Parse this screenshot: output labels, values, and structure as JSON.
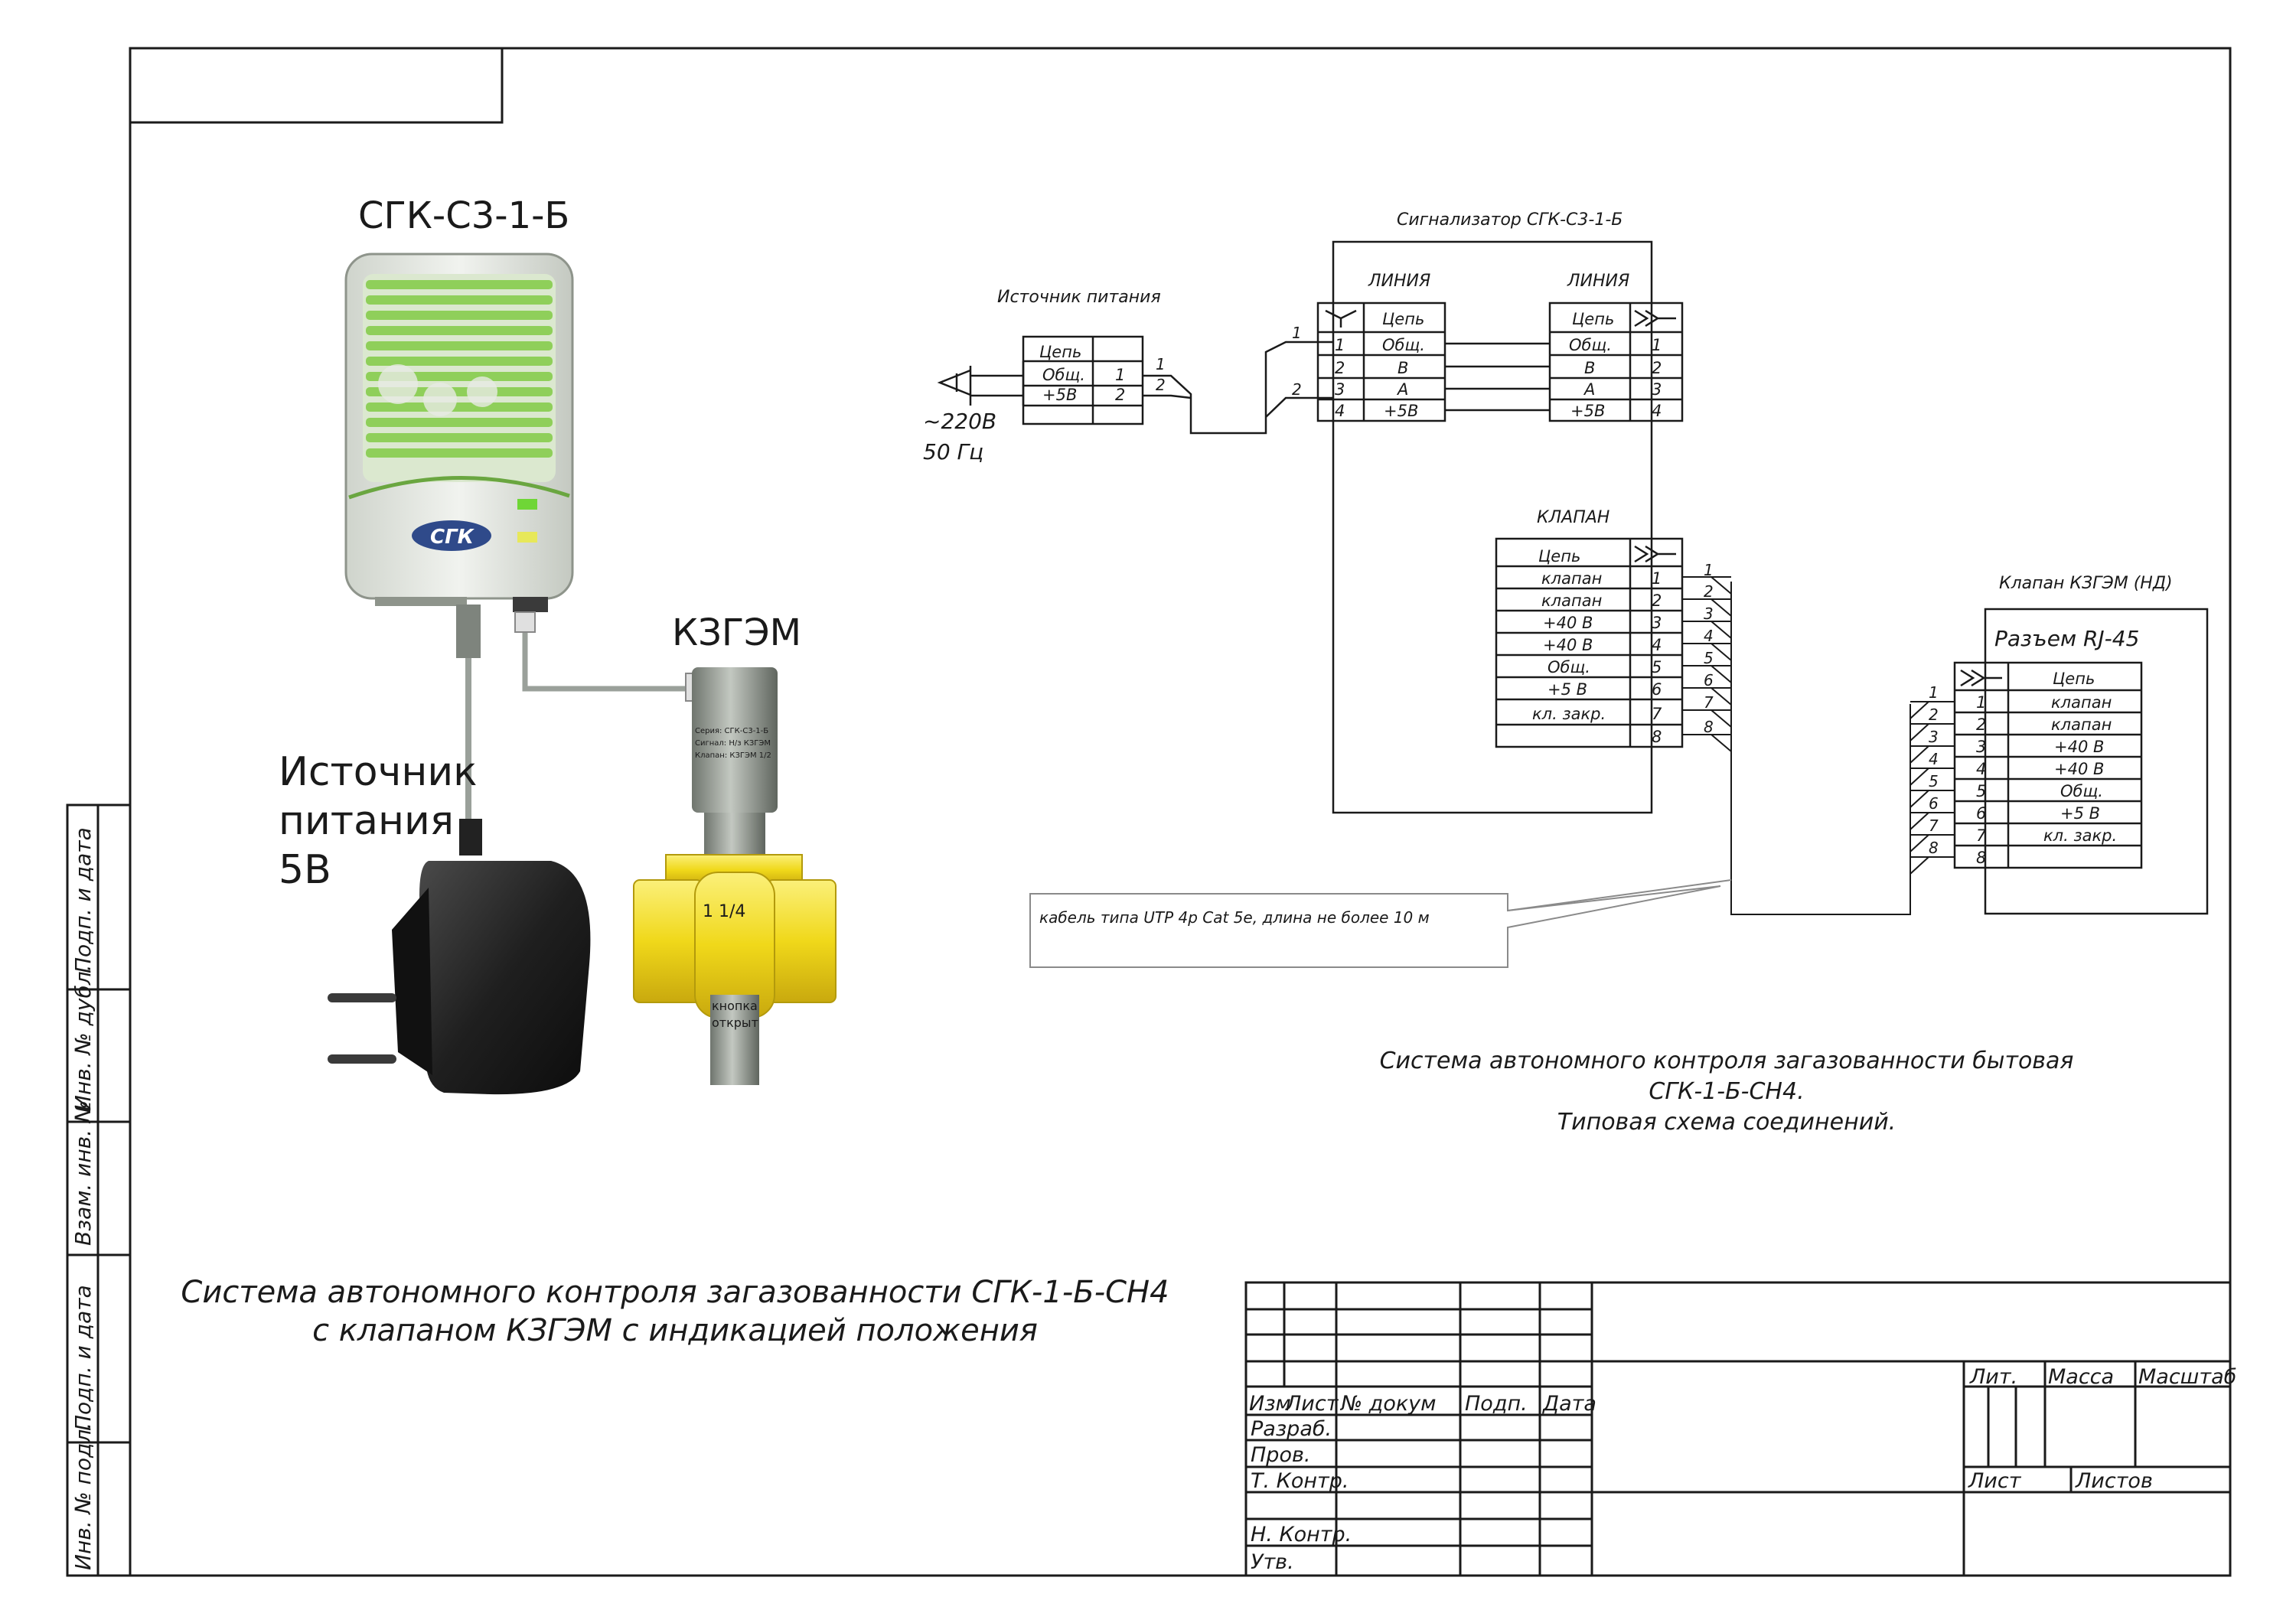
{
  "devices": {
    "signaler_title": "СГК-С3-1-Б",
    "signaler_logo": "СГК",
    "valve_title": "КЗГЭМ",
    "valve_body_text": [
      "Серия: СГК-С3-1-Б",
      "Сигнал: Н/з КЗГЭМ",
      "Клапан: КЗГЭМ 1/2",
      "1 1/4"
    ],
    "valve_button": [
      "кнопка",
      "открыт"
    ],
    "psu_caption": [
      "Источник",
      "питания",
      "5В"
    ]
  },
  "power_source": {
    "title": "Источник питания",
    "table": [
      [
        "Цепь",
        ""
      ],
      [
        "Общ.",
        "1"
      ],
      [
        "+5В",
        "2"
      ]
    ],
    "wire_labels": [
      "1",
      "2"
    ],
    "mains": [
      "~220В",
      "50 Гц"
    ]
  },
  "signaler": {
    "title": "Сигнализатор СГК-С3-1-Б",
    "line_left": {
      "heading": "ЛИНИЯ",
      "header_col": "Цепь",
      "rows": [
        [
          "1",
          "Общ."
        ],
        [
          "2",
          "В"
        ],
        [
          "3",
          "А"
        ],
        [
          "4",
          "+5В"
        ]
      ],
      "wire_labels": [
        "1",
        "2"
      ]
    },
    "line_right": {
      "heading": "ЛИНИЯ",
      "header_col": "Цепь",
      "rows": [
        [
          "Общ.",
          "1"
        ],
        [
          "В",
          "2"
        ],
        [
          "А",
          "3"
        ],
        [
          "+5В",
          "4"
        ]
      ]
    },
    "valve_block": {
      "heading": "КЛАПАН",
      "header_col": "Цепь",
      "rows": [
        [
          "клапан",
          "1"
        ],
        [
          "клапан",
          "2"
        ],
        [
          "+40 В",
          "3"
        ],
        [
          "+40 В",
          "4"
        ],
        [
          "Общ.",
          "5"
        ],
        [
          "+5 В",
          "6"
        ],
        [
          "кл. закр.",
          "7"
        ],
        [
          "",
          "8"
        ]
      ],
      "pin_labels": [
        "1",
        "2",
        "3",
        "4",
        "5",
        "6",
        "7",
        "8"
      ]
    }
  },
  "valve_connector": {
    "title": "Клапан КЗГЭМ (НД)",
    "connector": "Разъем RJ-45",
    "header_col": "Цепь",
    "rows": [
      [
        "1",
        "клапан"
      ],
      [
        "2",
        "клапан"
      ],
      [
        "3",
        "+40 В"
      ],
      [
        "4",
        "+40 В"
      ],
      [
        "5",
        "Общ."
      ],
      [
        "6",
        "+5 В"
      ],
      [
        "7",
        "кл. закр."
      ],
      [
        "8",
        ""
      ]
    ],
    "pin_labels": [
      "1",
      "2",
      "3",
      "4",
      "5",
      "6",
      "7",
      "8"
    ]
  },
  "cable_note": "кабель типа UTP 4p Cat 5e, длина не более 10 м",
  "scheme_caption": [
    "Система автономного контроля загазованности бытовая",
    "СГК-1-Б-СН4.",
    "Типовая схема соединений."
  ],
  "main_caption": [
    "Система автономного контроля загазованности СГК-1-Б-СН4",
    "с клапаном КЗГЭМ с индикацией положения"
  ],
  "side_stamp": [
    "Подп. и дата",
    "Инв. № дубл.",
    "Взам. инв. №",
    "Подп. и дата",
    "Инв. № подл."
  ],
  "title_block": {
    "headers": [
      "Изм",
      "Лист",
      "№ докум",
      "Подп.",
      "Дата"
    ],
    "roles": [
      "Разраб.",
      "Пров.",
      "Т. Контр.",
      "",
      "Н. Контр.",
      "Утв."
    ],
    "lit": "Лит.",
    "mass": "Масса",
    "scale": "Масштаб",
    "sheet": "Лист",
    "sheets": "Листов"
  },
  "colors": {
    "line": "#1a1a1a",
    "device_body": "#e7eae4",
    "device_green": "#8fcf5a",
    "brass": "#f2dd20",
    "valve_metal": "#9ca29b",
    "psu_black": "#2a2a2a"
  },
  "icons": [
    "plug-icon",
    "mains-plug-icon",
    "connector-socket-icon",
    "connector-pin-icon"
  ]
}
